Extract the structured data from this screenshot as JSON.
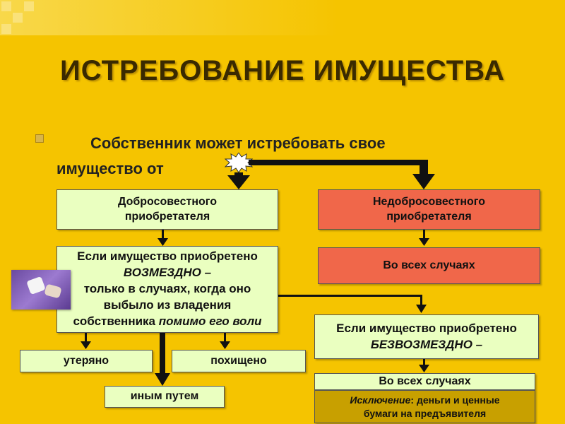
{
  "title": "ИСТРЕБОВАНИЕ ИМУЩЕСТВА",
  "intro": {
    "line1": "Собственник может истребовать свое",
    "line2": "имущество от"
  },
  "boxes": {
    "bona_fide": {
      "line1": "Добросовестного",
      "line2": "приобретателя"
    },
    "mala_fide": {
      "line1": "Недобросовестного",
      "line2": "приобретателя"
    },
    "paid_condition": {
      "line1": "Если имущество приобретено",
      "line2": "ВОЗМЕЗДНО –",
      "line3": "только в случаях, когда оно",
      "line4": "выбыло из владения",
      "line5a": "собственника ",
      "line5b": "помимо его воли"
    },
    "all_cases_1": "Во всех случаях",
    "free_condition": {
      "line1": "Если имущество приобретено",
      "line2": "БЕЗВОЗМЕЗДНО –"
    },
    "lost": "утеряно",
    "stolen": "похищено",
    "other_way": "иным путем",
    "all_cases_2": "Во всех случаях",
    "exception": {
      "label": "Исключение",
      "text1": ": деньги и ценные",
      "text2": "бумаги на предъявителя"
    }
  },
  "colors": {
    "background": "#f5c400",
    "green_box": "#eaffc0",
    "red_box": "#f0674a",
    "exception_box": "#c8a000"
  }
}
